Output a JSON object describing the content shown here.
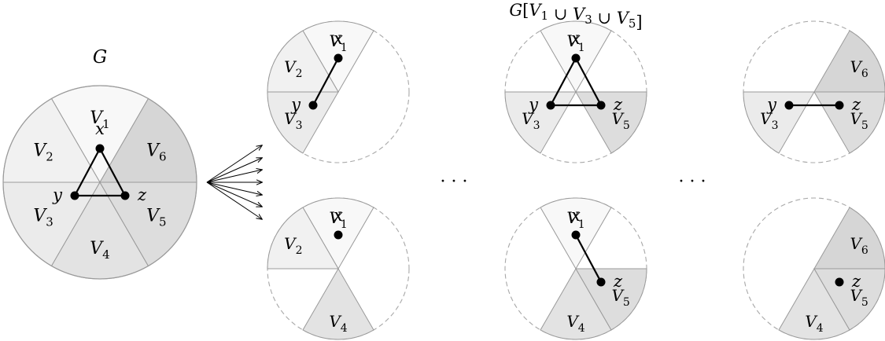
{
  "colors": {
    "s1": "#f8f8f8",
    "s2": "#f1f1f1",
    "s3": "#ebebeb",
    "s4": "#e3e3e3",
    "s5": "#dddddd",
    "s6": "#d6d6d6",
    "stroke": "#9a9a9a",
    "dashed": "#a8a8a8",
    "edge": "#000000"
  },
  "vertex_names": {
    "x": "x",
    "y": "y",
    "z": "z"
  },
  "graph_label": "G",
  "subgraph_label": "G[V1 ∪ V3 ∪ V5]",
  "sectors": [
    {
      "key": "s1",
      "label": "V",
      "sub": "1"
    },
    {
      "key": "s2",
      "label": "V",
      "sub": "2"
    },
    {
      "key": "s3",
      "label": "V",
      "sub": "3"
    },
    {
      "key": "s4",
      "label": "V",
      "sub": "4"
    },
    {
      "key": "s5",
      "label": "V",
      "sub": "5"
    },
    {
      "key": "s6",
      "label": "V",
      "sub": "6"
    }
  ],
  "ellipsis": "· · ·",
  "panels": [
    {
      "id": "main",
      "sectors": [
        "s1",
        "s2",
        "s3",
        "s4",
        "s5",
        "s6"
      ],
      "vertices": [
        "x",
        "y",
        "z"
      ],
      "edges": [
        [
          "x",
          "y"
        ],
        [
          "y",
          "z"
        ],
        [
          "x",
          "z"
        ]
      ]
    },
    {
      "id": "v123",
      "sectors": [
        "s1",
        "s2",
        "s3"
      ],
      "vertices": [
        "x",
        "y"
      ],
      "edges": [
        [
          "x",
          "y"
        ]
      ]
    },
    {
      "id": "v124",
      "sectors": [
        "s1",
        "s2",
        "s4"
      ],
      "vertices": [
        "x"
      ],
      "edges": []
    },
    {
      "id": "v135",
      "sectors": [
        "s1",
        "s3",
        "s5"
      ],
      "vertices": [
        "x",
        "y",
        "z"
      ],
      "edges": [
        [
          "x",
          "y"
        ],
        [
          "y",
          "z"
        ],
        [
          "x",
          "z"
        ]
      ]
    },
    {
      "id": "v145",
      "sectors": [
        "s1",
        "s4",
        "s5"
      ],
      "vertices": [
        "x",
        "z"
      ],
      "edges": [
        [
          "x",
          "z"
        ]
      ]
    },
    {
      "id": "v356",
      "sectors": [
        "s3",
        "s5",
        "s6"
      ],
      "vertices": [
        "y",
        "z"
      ],
      "edges": [
        [
          "y",
          "z"
        ]
      ]
    },
    {
      "id": "v456",
      "sectors": [
        "s4",
        "s5",
        "s6"
      ],
      "vertices": [
        "z"
      ],
      "edges": []
    }
  ]
}
